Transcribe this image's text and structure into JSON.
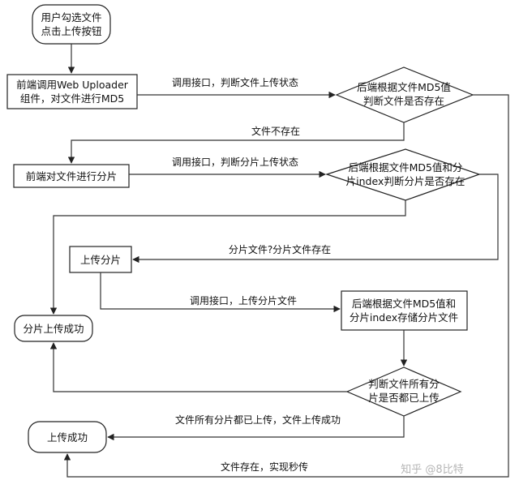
{
  "nodes": {
    "start": "用户勾选文件\n点击上传按钮",
    "frontend_md5": "前端调用Web Uploader\n组件，对文件进行MD5",
    "check_file": "后端根据文件MD5值\n判断文件是否存在",
    "split": "前端对文件进行分片",
    "check_chunk": "后端根据文件MD5值和分\n片index判断分片是否存在",
    "upload_chunk": "上传分片",
    "chunk_success": "分片上传成功",
    "store_chunk": "后端根据文件MD5值和\n分片index存储分片文件",
    "check_all": "判断文件所有分\n片是否都已上传",
    "upload_success": "上传成功"
  },
  "edges": {
    "call_check_file": "调用接口，判断文件上传状态",
    "file_not_exist": "文件不存在",
    "call_check_chunk": "调用接口，判断分片上传状态",
    "chunk_status": "分片文件?分片文件存在",
    "call_upload_chunk": "调用接口，上传分片文件",
    "all_uploaded": "文件所有分片都已上传，文件上传成功",
    "file_exists": "文件存在，实现秒传"
  },
  "watermark": "知乎 @8比特"
}
